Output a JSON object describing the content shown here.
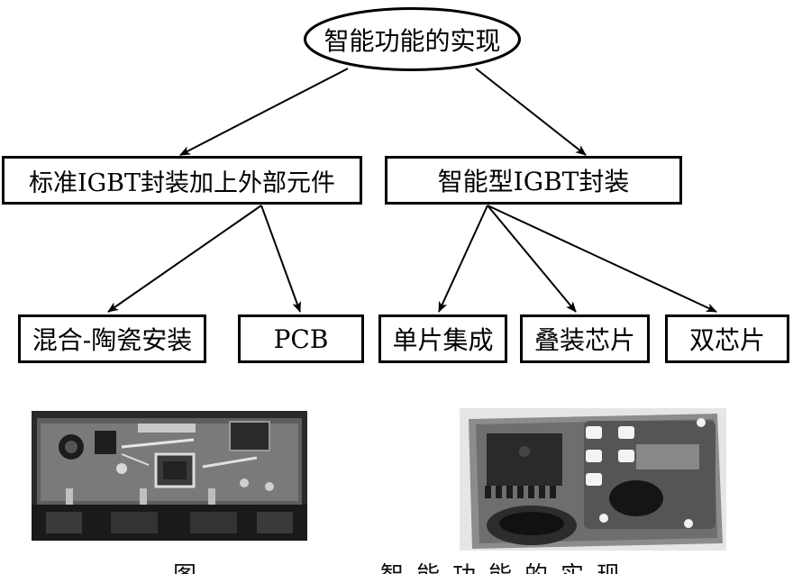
{
  "root": {
    "label": "智能功能的实现"
  },
  "level1": [
    {
      "label": "标准IGBT封装加上外部元件"
    },
    {
      "label": "智能型IGBT封装"
    }
  ],
  "level2": [
    {
      "label": "混合-陶瓷安装"
    },
    {
      "label": "PCB"
    },
    {
      "label": "单片集成"
    },
    {
      "label": "叠装芯片"
    },
    {
      "label": "双芯片"
    }
  ],
  "photos": [
    {
      "subject": "hybrid-ceramic-module-photo"
    },
    {
      "subject": "stacked-chip-package-photo"
    }
  ],
  "captions": [
    {
      "text": "图"
    },
    {
      "text": "智能功能的实现"
    }
  ],
  "colors": {
    "line": "#000000",
    "background": "#ffffff"
  }
}
